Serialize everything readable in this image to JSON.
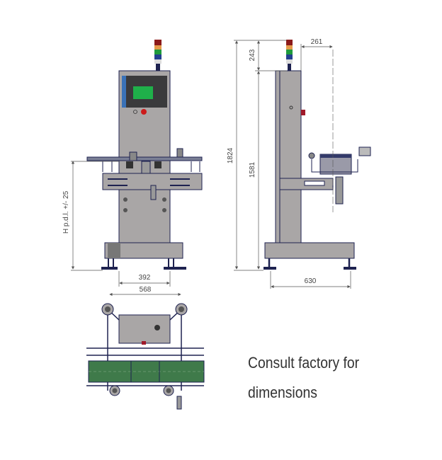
{
  "dimensions": {
    "height_pdl": "H p.d.l. +/- 25",
    "front_inner_width": "392",
    "front_outer_width": "568",
    "total_height": "1824",
    "beacon_height": "243",
    "column_height": "1581",
    "head_offset": "261",
    "side_base_depth": "630"
  },
  "note": {
    "line1": "Consult factory for",
    "line2": "dimensions"
  },
  "colors": {
    "steel": "#a9a6a6",
    "outline": "#1e2250",
    "screen": "#1fb04a",
    "panel_blue": "#3a72b8",
    "stop_red": "#cc1b1b",
    "conveyor_green": "#3f7a4a"
  }
}
